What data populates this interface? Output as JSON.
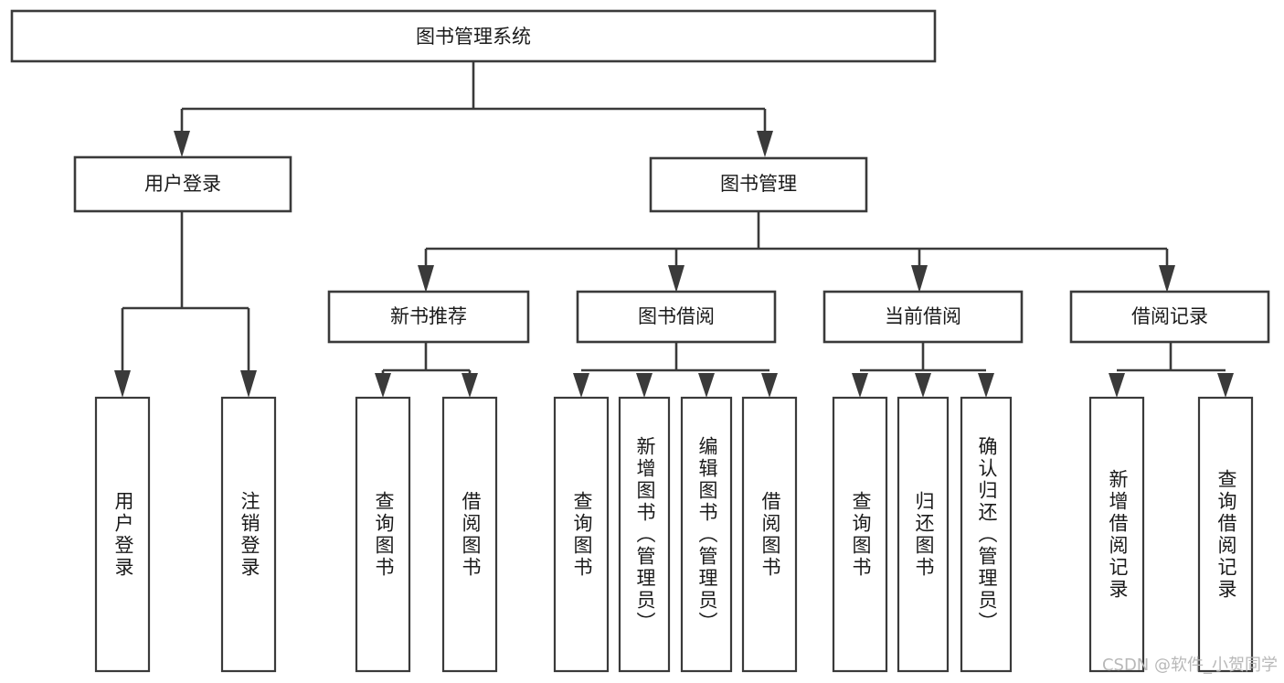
{
  "diagram": {
    "type": "tree-hierarchy",
    "title": "图书管理系统",
    "orientation": "top-down",
    "colors": {
      "stroke": "#3a3a3a",
      "box_fill": "#ffffff",
      "text": "#1a1a1a",
      "background": "#ffffff",
      "watermark": "#b8b8b8"
    },
    "root": {
      "label": "图书管理系统"
    },
    "level2": [
      {
        "label": "用户登录"
      },
      {
        "label": "图书管理"
      }
    ],
    "level3": [
      {
        "label": "新书推荐"
      },
      {
        "label": "图书借阅"
      },
      {
        "label": "当前借阅"
      },
      {
        "label": "借阅记录"
      }
    ],
    "leaves": {
      "user_login": [
        {
          "label": "用户登录"
        },
        {
          "label": "注销登录"
        }
      ],
      "new_book_recommend": [
        {
          "label": "查询图书"
        },
        {
          "label": "借阅图书"
        }
      ],
      "book_borrow": [
        {
          "label": "查询图书"
        },
        {
          "label": "新增图书（管理员）"
        },
        {
          "label": "编辑图书（管理员）"
        },
        {
          "label": "借阅图书"
        }
      ],
      "current_borrow": [
        {
          "label": "查询图书"
        },
        {
          "label": "归还图书"
        },
        {
          "label": "确认归还（管理员）"
        }
      ],
      "borrow_record": [
        {
          "label": "新增借阅记录"
        },
        {
          "label": "查询借阅记录"
        }
      ]
    }
  },
  "watermark": {
    "text": "CSDN @软件_小贺同学"
  }
}
